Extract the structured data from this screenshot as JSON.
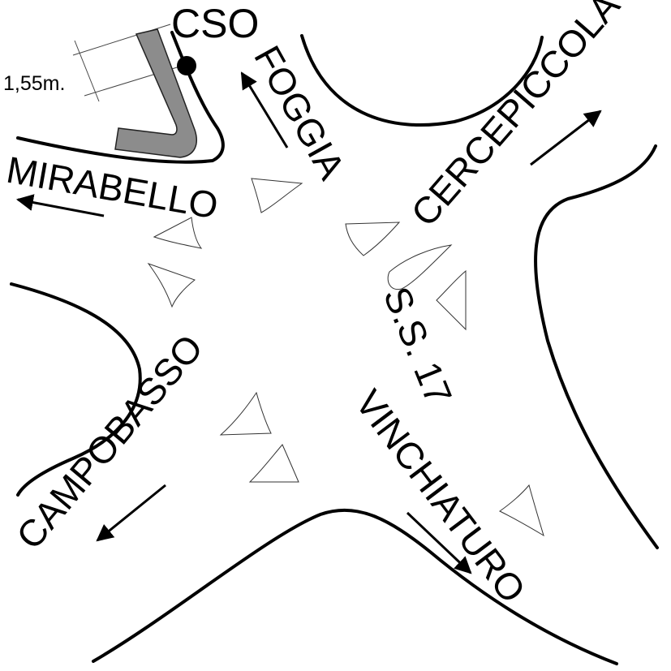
{
  "map": {
    "labels": {
      "cso": "CSO",
      "foggia": "FOGGIA",
      "mirabello": "MIRABELLO",
      "cercepiccola": "CERCEPICCOLA",
      "ss17": "S.S. 17",
      "campobasso": "CAMPOBASSO",
      "vinchiaturo": "VINCHIATURO",
      "measurement": "1,55m."
    },
    "colors": {
      "road": "#000000",
      "marker": "#8c8c8c",
      "background": "#ffffff"
    }
  }
}
